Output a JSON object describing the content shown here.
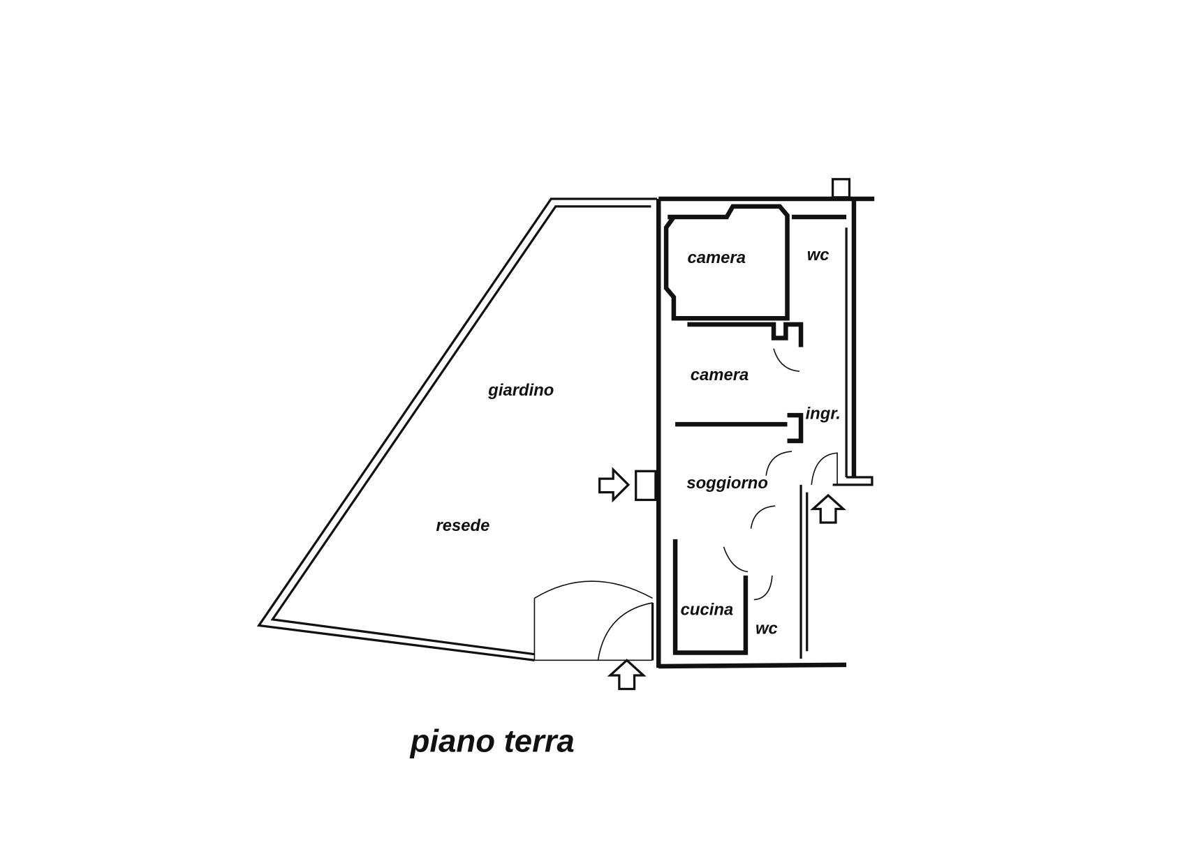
{
  "rooms": {
    "camera_1": "camera",
    "wc_1": "wc",
    "camera_2": "camera",
    "ingresso": "ingr.",
    "soggiorno": "soggiorno",
    "cucina": "cucina",
    "wc_2": "wc",
    "giardino": "giardino",
    "resede": "resede"
  },
  "title": "piano terra"
}
